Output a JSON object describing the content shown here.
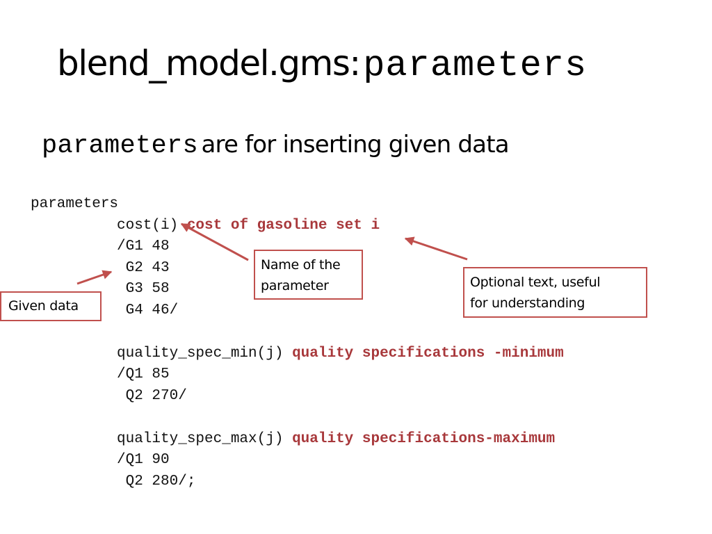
{
  "title": {
    "main": "blend_model.gms:",
    "keyword": "parameters"
  },
  "subtitle": {
    "keyword": "parameters",
    "text": "are for inserting given data"
  },
  "code": {
    "header": "parameters",
    "cost_decl": "cost(i)",
    "cost_comment": "cost of gasoline set i",
    "cost_values": [
      "/G1 48",
      " G2 43",
      " G3 58",
      " G4 46/"
    ],
    "qmin_decl": "quality_spec_min(j)",
    "qmin_comment": "quality specifications -minimum",
    "qmin_values": [
      "/Q1 85",
      " Q2 270/"
    ],
    "qmax_decl": "quality_spec_max(j)",
    "qmax_comment": "quality specifications-maximum",
    "qmax_values": [
      "/Q1 90",
      " Q2 280/;"
    ]
  },
  "callouts": {
    "name_of_parameter": [
      "Name of the",
      "parameter"
    ],
    "optional_text": [
      "Optional text, useful",
      "for understanding"
    ],
    "given_data": [
      "Given data"
    ]
  },
  "colors": {
    "accent": "#c0504d",
    "comment": "#a8383b",
    "text": "#000000"
  }
}
